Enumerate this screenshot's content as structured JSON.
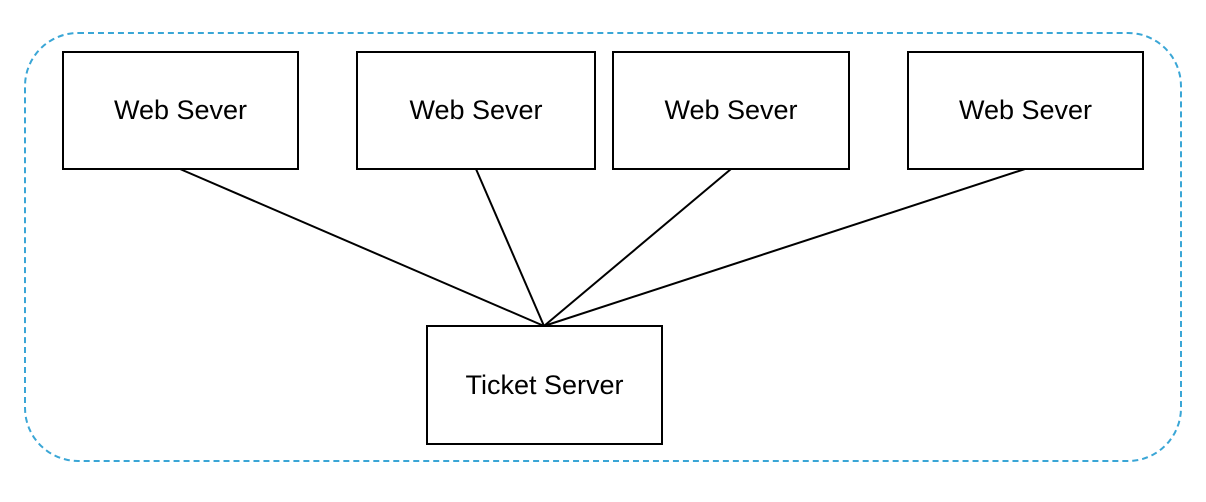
{
  "diagram": {
    "web_servers": [
      {
        "label": "Web Sever"
      },
      {
        "label": "Web Sever"
      },
      {
        "label": "Web Sever"
      },
      {
        "label": "Web Sever"
      }
    ],
    "ticket_server": {
      "label": "Ticket Server"
    },
    "colors": {
      "group_border": "#3aa6d6",
      "node_border": "#000000",
      "connector": "#000000",
      "text": "#000000"
    }
  }
}
